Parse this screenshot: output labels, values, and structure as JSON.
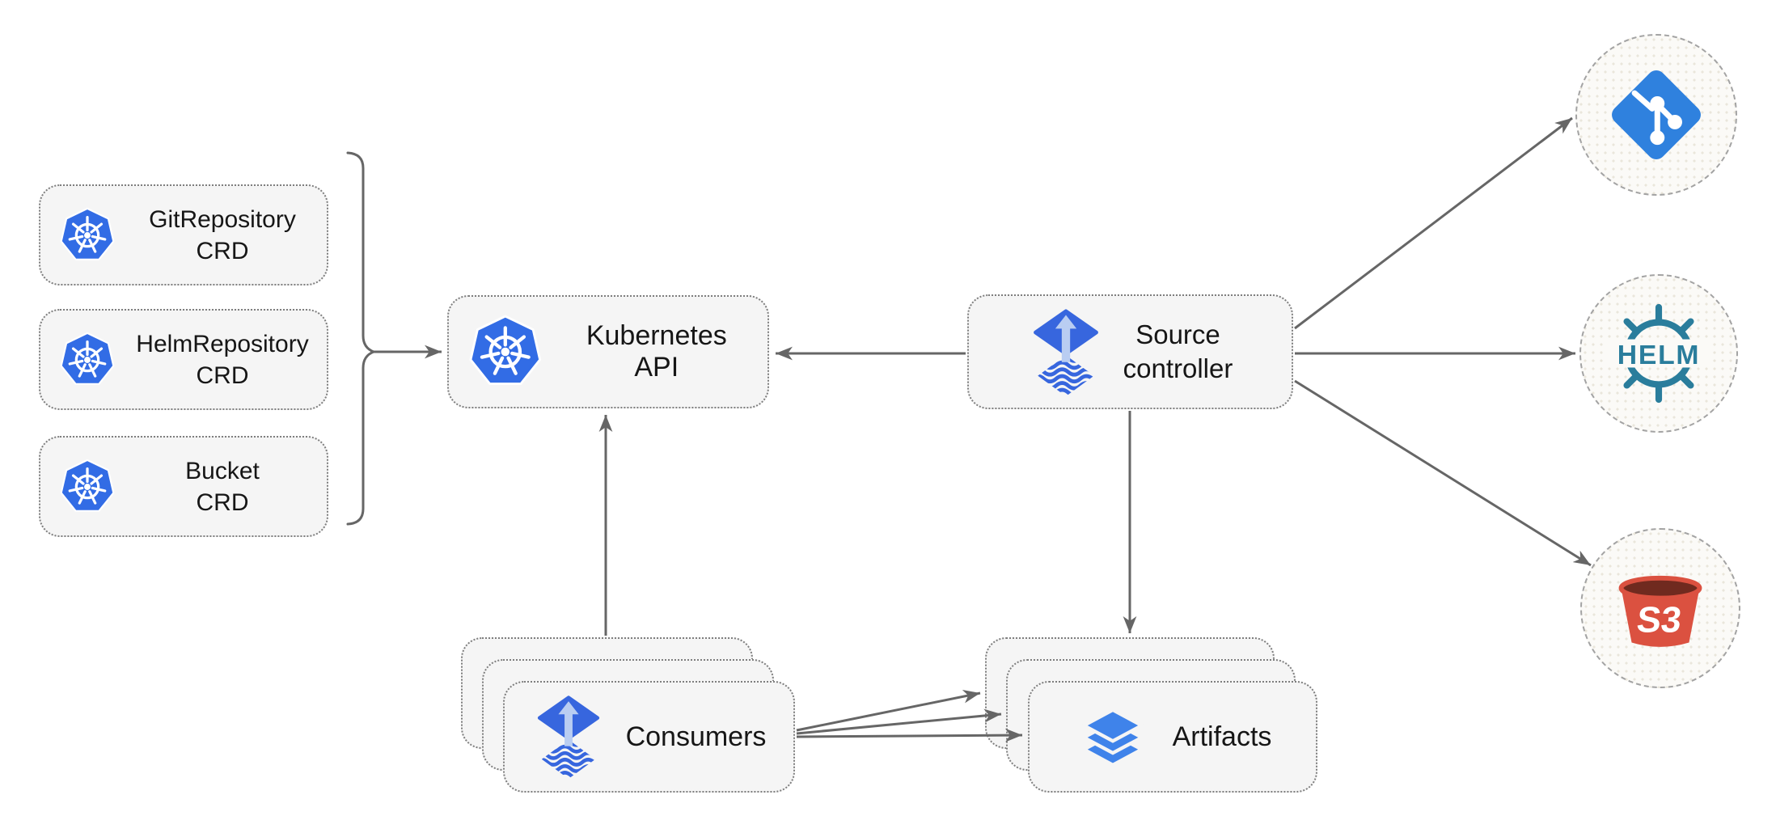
{
  "diagram": {
    "crds": [
      {
        "line1": "GitRepository",
        "line2": "CRD"
      },
      {
        "line1": "HelmRepository",
        "line2": "CRD"
      },
      {
        "line1": "Bucket",
        "line2": "CRD"
      }
    ],
    "kubernetes_api_label": "Kubernetes API",
    "source_controller": {
      "line1": "Source",
      "line2": "controller"
    },
    "consumers_label": "Consumers",
    "artifacts_label": "Artifacts",
    "sources": {
      "git_icon": "git-logo",
      "helm_logo_text": "HELM",
      "s3_logo_text": "S3"
    },
    "icons": {
      "crd_icon": "kubernetes-icon",
      "api_icon": "kubernetes-icon",
      "source_controller_icon": "flux-icon",
      "consumers_icon": "flux-icon",
      "artifacts_icon": "layers-icon"
    },
    "colors": {
      "kubernetes_blue": "#326CE5",
      "flux_blue": "#3766DE",
      "flux_arrow_light": "#B9CDF2",
      "git_blue": "#2F81DE",
      "helm_teal": "#2A7D9C",
      "s3_red": "#DB5140",
      "s3_dark": "#702A1F",
      "layers_blue": "#3F83EA",
      "connector_gray": "#666666",
      "node_fill": "#f5f5f5"
    }
  }
}
